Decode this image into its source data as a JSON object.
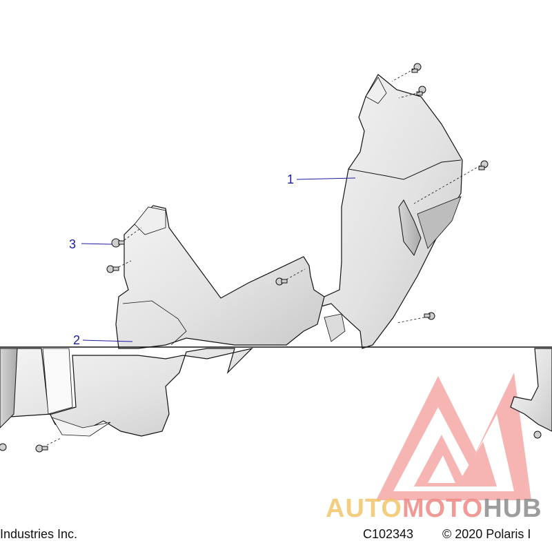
{
  "diagram": {
    "callouts": [
      {
        "id": "callout-1",
        "label": "1"
      },
      {
        "id": "callout-2",
        "label": "2"
      },
      {
        "id": "callout-3",
        "label": "3"
      }
    ],
    "footer": {
      "left": "Industries Inc.",
      "code": "C102343",
      "right": "© 2020 Polaris I"
    }
  },
  "watermark": {
    "part_a": "AUTO",
    "part_b": "MOTO",
    "part_c": "HUB",
    "colors": {
      "yellow": "#f2c56a",
      "red": "#ee8a86",
      "gray": "#8d8d8d"
    }
  },
  "colors": {
    "panel_fill": "#e6e6e6",
    "panel_shadow": "#c8c8c8",
    "outline": "#111111",
    "callout": "#1a1aa6"
  }
}
